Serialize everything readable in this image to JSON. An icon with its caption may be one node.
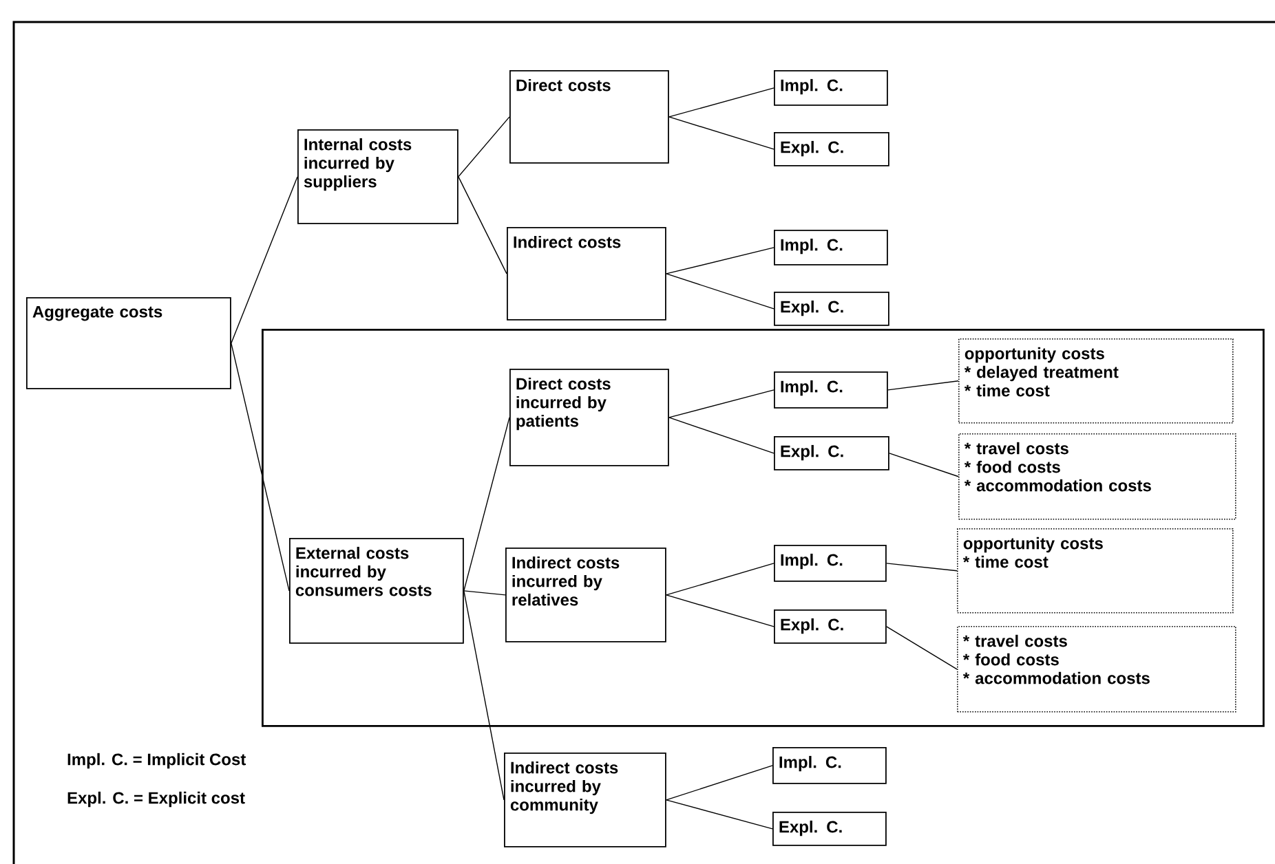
{
  "diagram": {
    "nodes": [
      {
        "text": [
          "Aggregate costs"
        ]
      },
      {
        "text": [
          "Internal costs incurred by suppliers"
        ]
      },
      {
        "text": [
          "Direct costs"
        ]
      },
      {
        "text": [
          "Impl. C."
        ]
      },
      {
        "text": [
          "Expl. C."
        ]
      },
      {
        "text": [
          "Indirect costs"
        ]
      },
      {
        "text": [
          "Impl. C."
        ]
      },
      {
        "text": [
          "Expl. C."
        ]
      },
      {
        "text": [],
        "shape": "box"
      },
      {
        "text": [
          "External costs incurred by consumers costs"
        ],
        "in": 8
      },
      {
        "text": [
          "Direct costs incurred by patients"
        ],
        "in": 8
      },
      {
        "text": [
          "Impl. C."
        ],
        "in": 8
      },
      {
        "text": [
          "Expl. C."
        ],
        "in": 8
      },
      {
        "text": [
          "opportunity costs",
          "* delayed treatment",
          "* time cost"
        ],
        "in": 8
      },
      {
        "text": [
          "* travel costs",
          "* food costs",
          "* accommodation costs"
        ],
        "in": 8
      },
      {
        "text": [
          "Indirect costs incurred by relatives"
        ],
        "in": 8
      },
      {
        "text": [
          "Impl. C."
        ],
        "in": 8
      },
      {
        "text": [
          "Expl. C."
        ],
        "in": 8
      },
      {
        "text": [
          "opportunity costs",
          "* time cost"
        ],
        "in": 8
      },
      {
        "text": [
          "* travel costs",
          "* food costs",
          "* accommodation costs"
        ],
        "in": 8
      },
      {
        "text": [
          "Indirect costs incurred by community"
        ]
      },
      {
        "text": [
          "Impl. C."
        ]
      },
      {
        "text": [
          "Expl. C."
        ]
      }
    ],
    "edges": [
      {
        "from": 0,
        "to": 1,
        "arrow": "none"
      },
      {
        "from": 0,
        "to": 9,
        "arrow": "none"
      },
      {
        "from": 1,
        "to": 2,
        "arrow": "none"
      },
      {
        "from": 1,
        "to": 5,
        "arrow": "none"
      },
      {
        "from": 2,
        "to": 3,
        "arrow": "none"
      },
      {
        "from": 2,
        "to": 4,
        "arrow": "none"
      },
      {
        "from": 5,
        "to": 6,
        "arrow": "none"
      },
      {
        "from": 5,
        "to": 7,
        "arrow": "none"
      },
      {
        "from": 9,
        "to": 10,
        "arrow": "none"
      },
      {
        "from": 9,
        "to": 15,
        "arrow": "none"
      },
      {
        "from": 9,
        "to": 20,
        "arrow": "none"
      },
      {
        "from": 10,
        "to": 11,
        "arrow": "none"
      },
      {
        "from": 10,
        "to": 12,
        "arrow": "none"
      },
      {
        "from": 11,
        "to": 13,
        "arrow": "none"
      },
      {
        "from": 12,
        "to": 14,
        "arrow": "none"
      },
      {
        "from": 15,
        "to": 16,
        "arrow": "none"
      },
      {
        "from": 15,
        "to": 17,
        "arrow": "none"
      },
      {
        "from": 16,
        "to": 18,
        "arrow": "none"
      },
      {
        "from": 17,
        "to": 19,
        "arrow": "none"
      },
      {
        "from": 20,
        "to": 21,
        "arrow": "none"
      },
      {
        "from": 20,
        "to": 22,
        "arrow": "none"
      }
    ],
    "labels": [
      "Impl. C. = Implicit Cost",
      "Expl. C. = Explicit cost"
    ]
  }
}
